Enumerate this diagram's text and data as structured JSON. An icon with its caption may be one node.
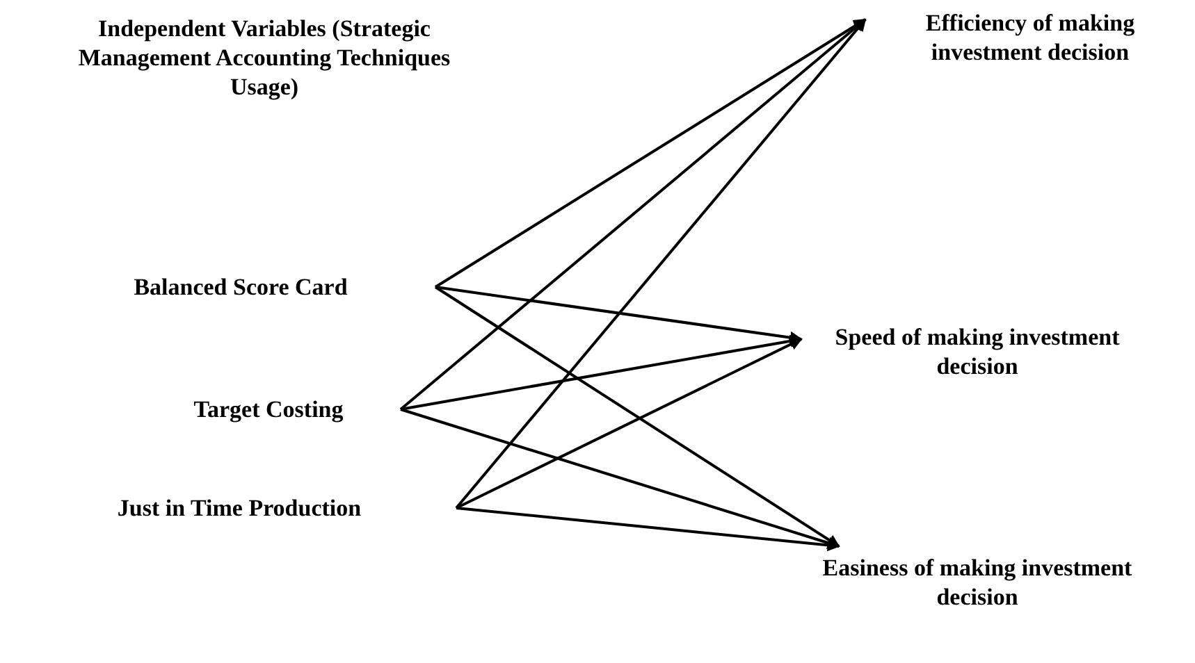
{
  "diagram": {
    "title": "Independent Variables (Strategic Management Accounting Techniques Usage)",
    "nodes": [
      {
        "text": [
          "Balanced Score Card"
        ]
      },
      {
        "text": [
          "Target Costing"
        ]
      },
      {
        "text": [
          "Just in Time Production"
        ]
      },
      {
        "text": [
          "Efficiency of making investment decision"
        ]
      },
      {
        "text": [
          "Speed of making investment decision"
        ]
      },
      {
        "text": [
          "Easiness of making investment decision"
        ]
      }
    ],
    "edges": [
      {
        "from": 0,
        "to": 3,
        "arrow": "to"
      },
      {
        "from": 0,
        "to": 4,
        "arrow": "to"
      },
      {
        "from": 0,
        "to": 5,
        "arrow": "to"
      },
      {
        "from": 1,
        "to": 3,
        "arrow": "to"
      },
      {
        "from": 1,
        "to": 4,
        "arrow": "to"
      },
      {
        "from": 1,
        "to": 5,
        "arrow": "to"
      },
      {
        "from": 2,
        "to": 3,
        "arrow": "to"
      },
      {
        "from": 2,
        "to": 4,
        "arrow": "to"
      },
      {
        "from": 2,
        "to": 5,
        "arrow": "to"
      }
    ]
  }
}
